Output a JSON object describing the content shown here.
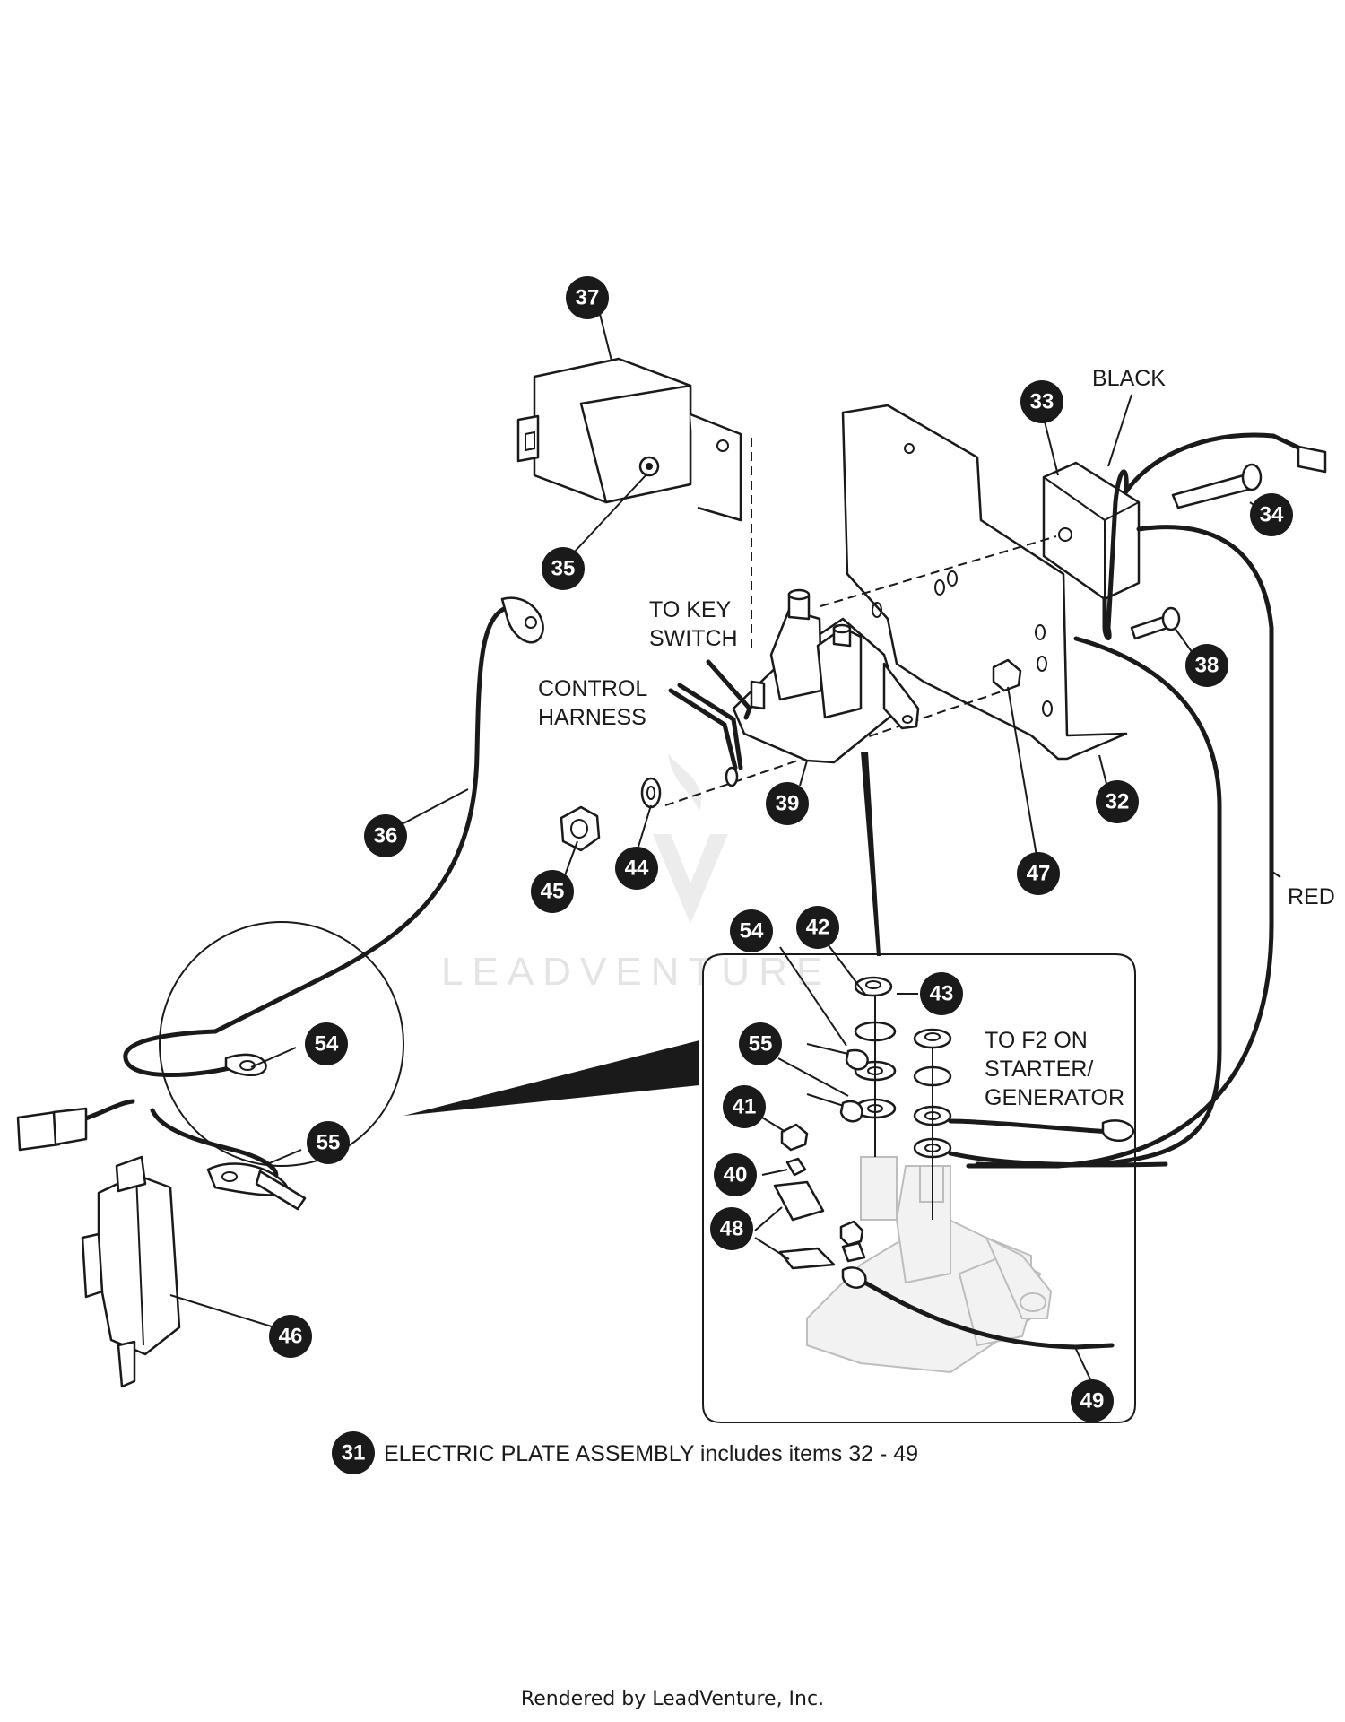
{
  "callouts": [
    {
      "id": "black",
      "text": "BLACK"
    },
    {
      "id": "to-key-switch",
      "lines": [
        "TO KEY",
        "SWITCH"
      ]
    },
    {
      "id": "control-harness",
      "lines": [
        "CONTROL",
        "HARNESS"
      ]
    },
    {
      "id": "red",
      "text": "RED"
    },
    {
      "id": "to-f2",
      "lines": [
        "TO F2 ON",
        "STARTER/",
        "GENERATOR"
      ]
    }
  ],
  "badges": [
    {
      "label": "37"
    },
    {
      "label": "33"
    },
    {
      "label": "34"
    },
    {
      "label": "35"
    },
    {
      "label": "38"
    },
    {
      "label": "39"
    },
    {
      "label": "32"
    },
    {
      "label": "36"
    },
    {
      "label": "45"
    },
    {
      "label": "44"
    },
    {
      "label": "47"
    },
    {
      "label": "54"
    },
    {
      "label": "42"
    },
    {
      "label": "43"
    },
    {
      "label": "55"
    },
    {
      "label": "41"
    },
    {
      "label": "40"
    },
    {
      "label": "48"
    },
    {
      "label": "54"
    },
    {
      "label": "55"
    },
    {
      "label": "46"
    },
    {
      "label": "49"
    }
  ],
  "legend": {
    "badge_label": "31",
    "text": "ELECTRIC PLATE ASSEMBLY includes items 32 - 49"
  },
  "watermark": "LEADVENTURE",
  "footer": "Rendered by LeadVenture, Inc."
}
